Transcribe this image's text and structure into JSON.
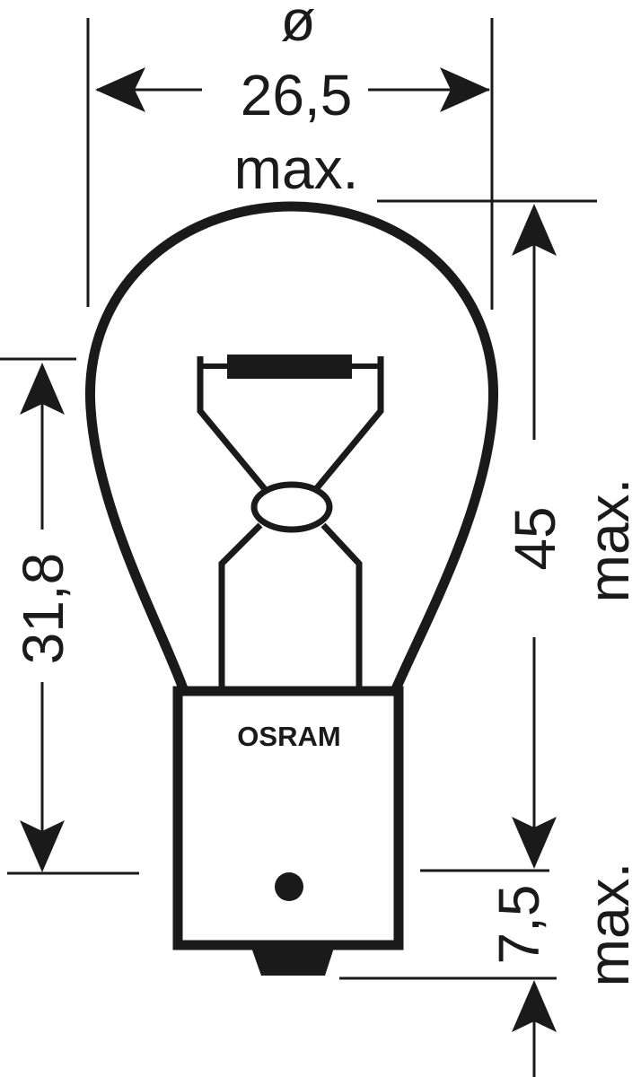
{
  "diagram": {
    "brand_label": "OSRAM",
    "diameter": {
      "symbol": "ø",
      "value": "26,5",
      "qualifier": "max."
    },
    "overall_height": {
      "value": "45",
      "qualifier": "max."
    },
    "light_center_length": {
      "value": "31,8"
    },
    "base_tab_length": {
      "value": "7,5",
      "qualifier": "max."
    },
    "ink_color": "#1a1a1a"
  }
}
